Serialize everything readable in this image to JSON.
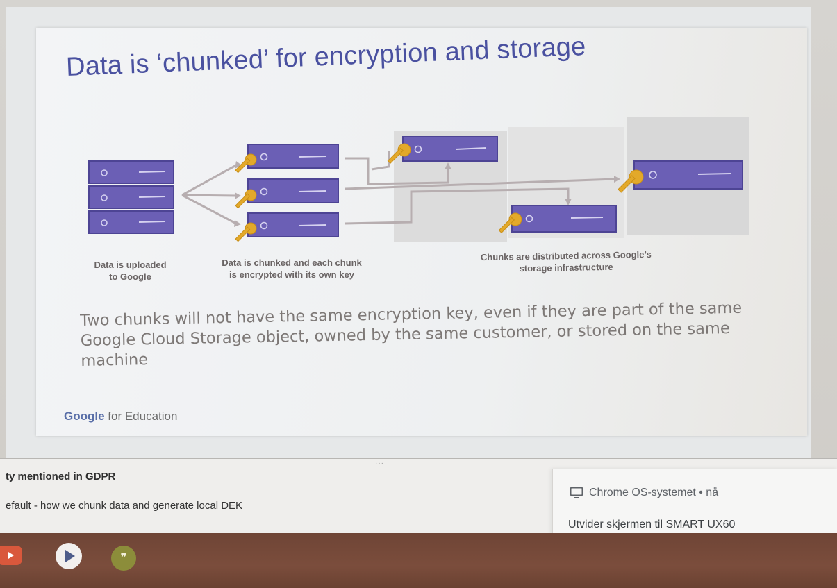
{
  "slide": {
    "title": "Data is ‘chunked’ for encryption and storage",
    "captions": {
      "uploaded": [
        "Data is uploaded",
        "to Google"
      ],
      "chunked": [
        "Data is chunked and each chunk",
        "is encrypted with its own key"
      ],
      "distributed": [
        "Chunks are distributed across Google’s",
        "storage infrastructure"
      ]
    },
    "body": "Two chunks will not have the same encryption key, even if they are part of the same Google Cloud Storage object, owned by the same customer, or stored on the same machine",
    "footer": {
      "logo_word": "Google",
      "logo_suffix": " for Education"
    }
  },
  "notes": {
    "title": "ty mentioned in GDPR",
    "line": "efault - how we chunk data and generate local DEK"
  },
  "notification": {
    "icon": "monitor-icon",
    "source": "Chrome OS-systemet • nå",
    "body": "Utvider skjermen til SMART UX60"
  },
  "shelf": {
    "apps": [
      "youtube-icon",
      "play-store-icon",
      "hangouts-icon"
    ],
    "hangouts_glyph": "❞"
  },
  "colors": {
    "title": "#4a51a0",
    "server": "#6b5fb5",
    "key": "#e3a92a",
    "body_text": "#7d7876",
    "shelf": "#7b4d3c"
  }
}
